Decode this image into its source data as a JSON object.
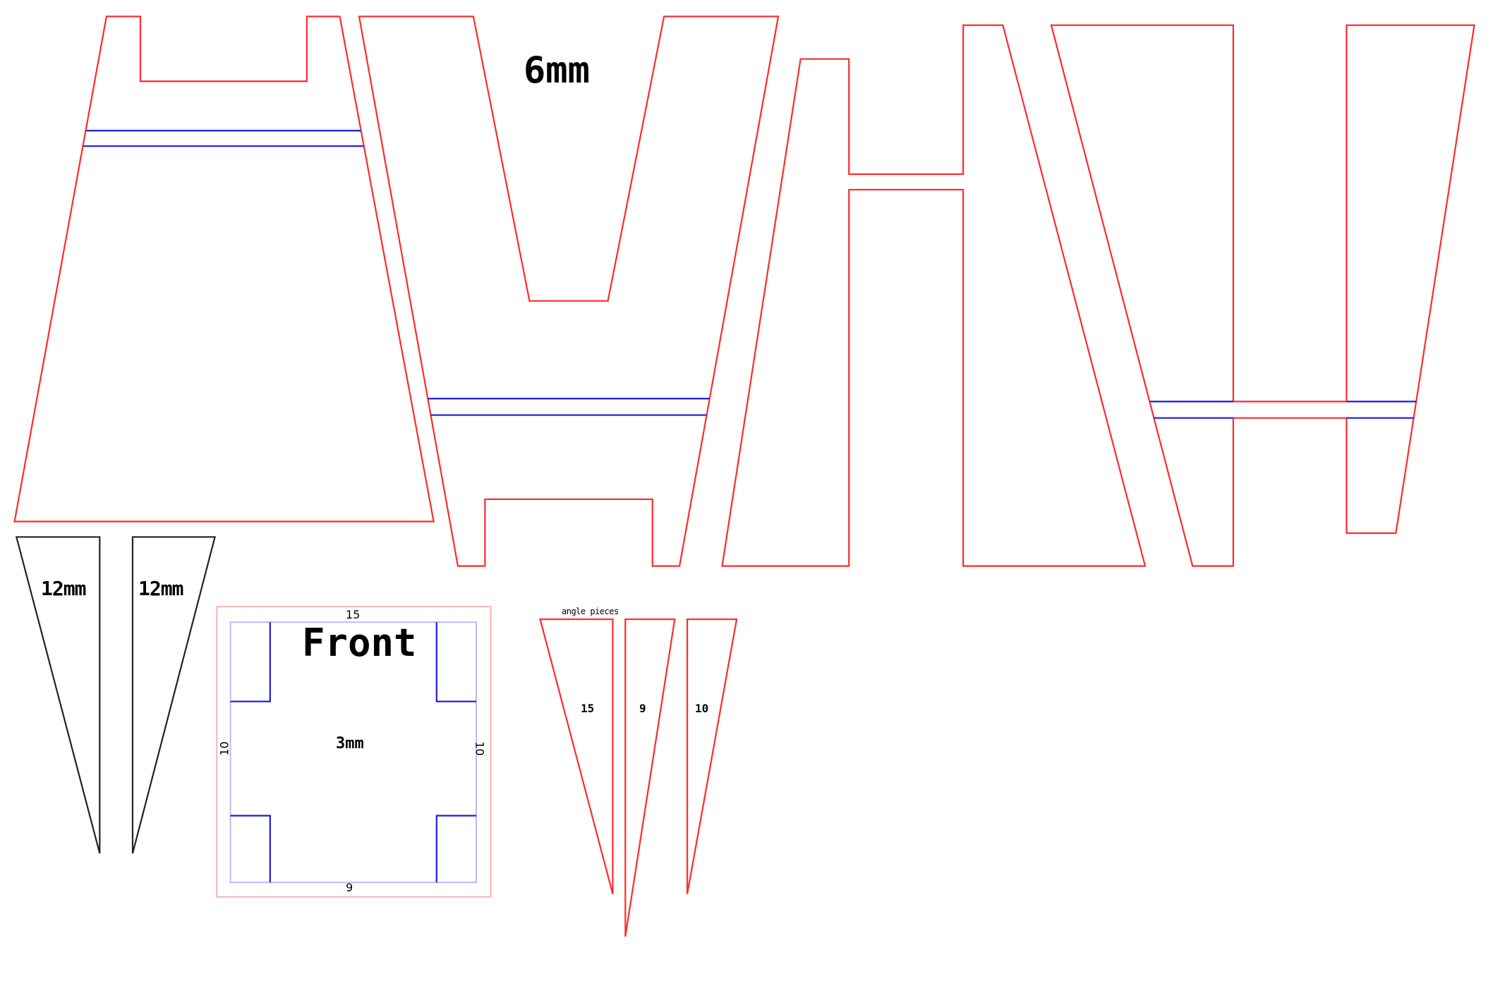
{
  "labels": {
    "thickness_6mm": "6mm",
    "thickness_12mm_left": "12mm",
    "thickness_12mm_right": "12mm",
    "front_title": "Front",
    "front_thickness": "3mm",
    "front_top_dim": "15",
    "front_bottom_dim": "9",
    "front_left_dim": "10",
    "front_right_dim": "10",
    "angle_pieces_title": "angle pieces",
    "angle_piece_1": "15",
    "angle_piece_2": "9",
    "angle_piece_3": "10"
  },
  "colors": {
    "cut_line": "#ff2a2a",
    "score_line": "#1a1ae6",
    "outline": "#222222",
    "background": "#ffffff"
  }
}
